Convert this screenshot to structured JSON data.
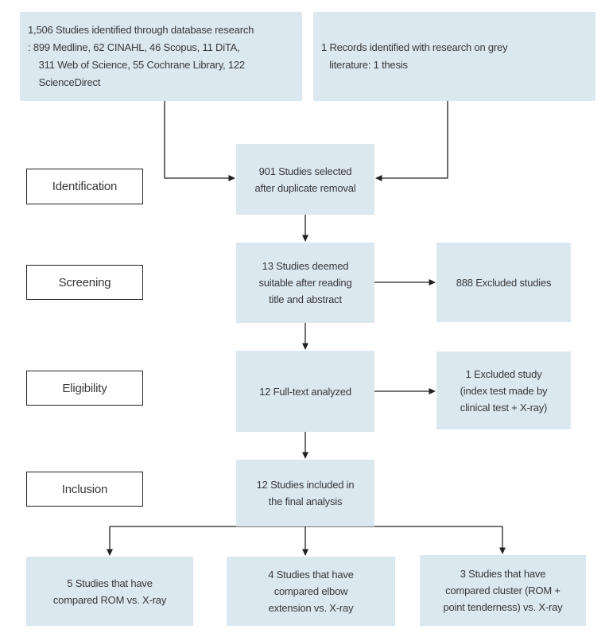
{
  "flowchart": {
    "title_semantic": "study-selection-flow-diagram",
    "colors": {
      "box_fill": "#dbe8f0",
      "text": "#383838",
      "line": "#222222"
    },
    "stage_labels": {
      "identification": "Identification",
      "screening": "Screening",
      "eligibility": "Eligibility",
      "inclusion": "Inclusion"
    },
    "sources": {
      "database": "1,506 Studies identified through database research\n: 899 Medline, 62 CINAHL, 46 Scopus, 11 DiTA,\n    311 Web of Science, 55 Cochrane Library, 122\n    ScienceDirect",
      "grey_literature": "1 Records identified with research on grey\n   literature: 1 thesis"
    },
    "process": {
      "duplicates_removed": "901 Studies selected\nafter duplicate removal",
      "title_abstract_screen": "13 Studies deemed\nsuitable after reading\ntitle and abstract",
      "full_text": "12 Full-text analyzed",
      "included": "12 Studies included in\nthe final analysis"
    },
    "excluded": {
      "screening_stage": "888 Excluded studies",
      "eligibility_stage": "1 Excluded study\n(index test made by\nclinical test + X-ray)"
    },
    "outcomes": {
      "rom": "5 Studies that have\ncompared ROM vs. X-ray",
      "elbow_extension": "4 Studies that have\ncompared elbow\nextension vs. X-ray",
      "cluster": "3 Studies that have\ncompared cluster (ROM +\npoint tenderness) vs. X-ray"
    }
  }
}
